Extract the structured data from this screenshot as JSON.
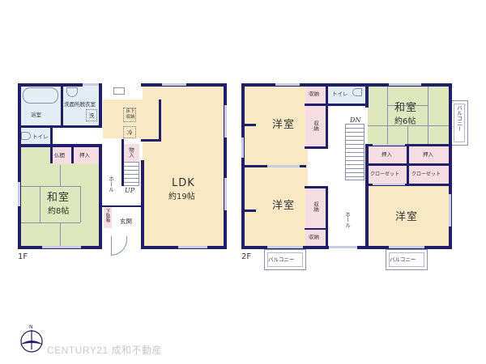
{
  "floor_plan": {
    "first_floor": {
      "label": "1F",
      "rooms": {
        "bath": "浴室",
        "washroom": "洗面所脱衣室",
        "washer": "洗",
        "toilet": "トイレ",
        "butsuma": "仏間",
        "oshiire": "押入",
        "washitsu": "和室",
        "washitsu_size": "約8帖",
        "hall": "ホール",
        "up": "UP",
        "monoire": "物入",
        "underfloor": "床下収納",
        "fridge": "冷",
        "ldk": "LDK",
        "ldk_size": "約19帖",
        "shoe": "下駄箱",
        "genkan": "玄関"
      }
    },
    "second_floor": {
      "label": "2F",
      "rooms": {
        "western_1": "洋室",
        "storage_1": "収納",
        "storage_2": "収納",
        "toilet": "トイレ",
        "dn": "DN",
        "washitsu": "和室",
        "washitsu_size": "約6帖",
        "balcony_side": "バルコニー",
        "oshiire_1": "押入",
        "oshiire_2": "押入",
        "closet_1": "クローゼット",
        "closet_2": "クローゼット",
        "western_2": "洋室",
        "storage_3": "収納",
        "storage_4": "収納",
        "hall": "ホール",
        "western_3": "洋室",
        "balcony_1": "バルコニー",
        "balcony_2": "バルコニー"
      }
    },
    "compass": {
      "north": "N"
    },
    "brand": "CENTURY21 成和不動産",
    "colors": {
      "wall": "#1f1f6b",
      "wood_floor": "#f8e8c4",
      "tatami": "#dfe7bd",
      "wet_area": "#e4eef7",
      "storage": "#f6dde3"
    }
  }
}
